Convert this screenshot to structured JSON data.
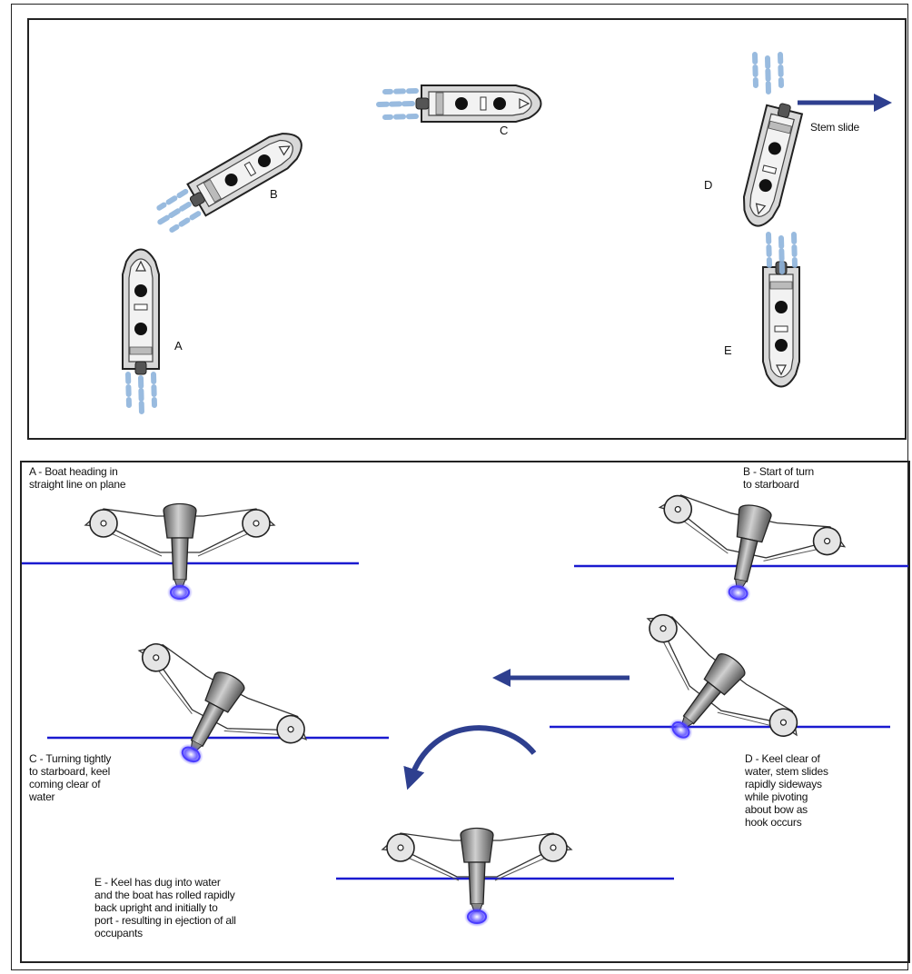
{
  "top": {
    "boat_letters": [
      "A",
      "B",
      "C",
      "D",
      "E"
    ],
    "stern_slide_label": "Stem slide"
  },
  "bottom": {
    "captions": {
      "a": [
        "A - Boat heading in",
        "straight line on plane"
      ],
      "b": [
        "B - Start of turn",
        "to starboard"
      ],
      "c": [
        "C - Turning tightly",
        "to starboard, keel",
        "coming clear of",
        "water"
      ],
      "d": [
        "D - Keel clear of",
        "water, stem slides",
        "rapidly sideways",
        "while pivoting",
        "about bow as",
        "hook occurs"
      ],
      "e": [
        "E - Keel has dug into water",
        "and the boat has rolled rapidly",
        "back upright and initially to",
        "port - resulting in ejection of all",
        "occupants"
      ]
    }
  },
  "colors": {
    "arrow": "#2e3f8f",
    "waterline": "#1a1ad0",
    "spray": "#8fb4dc",
    "prop_glow": "#4a3cff",
    "hull": "#d8d8d8",
    "outline": "#222222"
  }
}
